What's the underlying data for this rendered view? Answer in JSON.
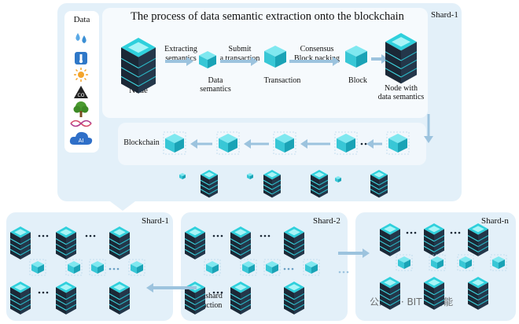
{
  "title": "The process of data semantic extraction onto the blockchain",
  "data_panel": {
    "label": "Data",
    "icons": [
      "water-drops-icon",
      "thermometer-icon",
      "sun-icon",
      "co2-icon",
      "tree-icon",
      "dna-icon",
      "ai-cloud-icon"
    ]
  },
  "flow": {
    "node": "Node",
    "step1": [
      "Extracting",
      "semantics"
    ],
    "item1": [
      "Data",
      "semantics"
    ],
    "step2": [
      "Submit",
      "a transaction"
    ],
    "item2": "Transaction",
    "step3": [
      "Consensus",
      "Block packing"
    ],
    "item3": "Block",
    "result": [
      "Node with",
      "data semantics"
    ]
  },
  "blockchain": {
    "label": "Blockchain",
    "ellipsis": "···"
  },
  "top_shard": "Shard-1",
  "shards": [
    "Shard-1",
    "Shard-2",
    "Shard-n"
  ],
  "cross_shard": [
    "Cross-shard",
    "Transaction"
  ],
  "watermark": "公众号 · BIT AI智能",
  "colors": {
    "panel": "#e3f0f9",
    "inner_panel": "#f6fafd",
    "arrow": "#9cc3de",
    "cube_top": "#7fe8f0",
    "cube_left": "#38c7d6",
    "cube_right": "#1aa3b6",
    "server": "#1d2b3a"
  }
}
